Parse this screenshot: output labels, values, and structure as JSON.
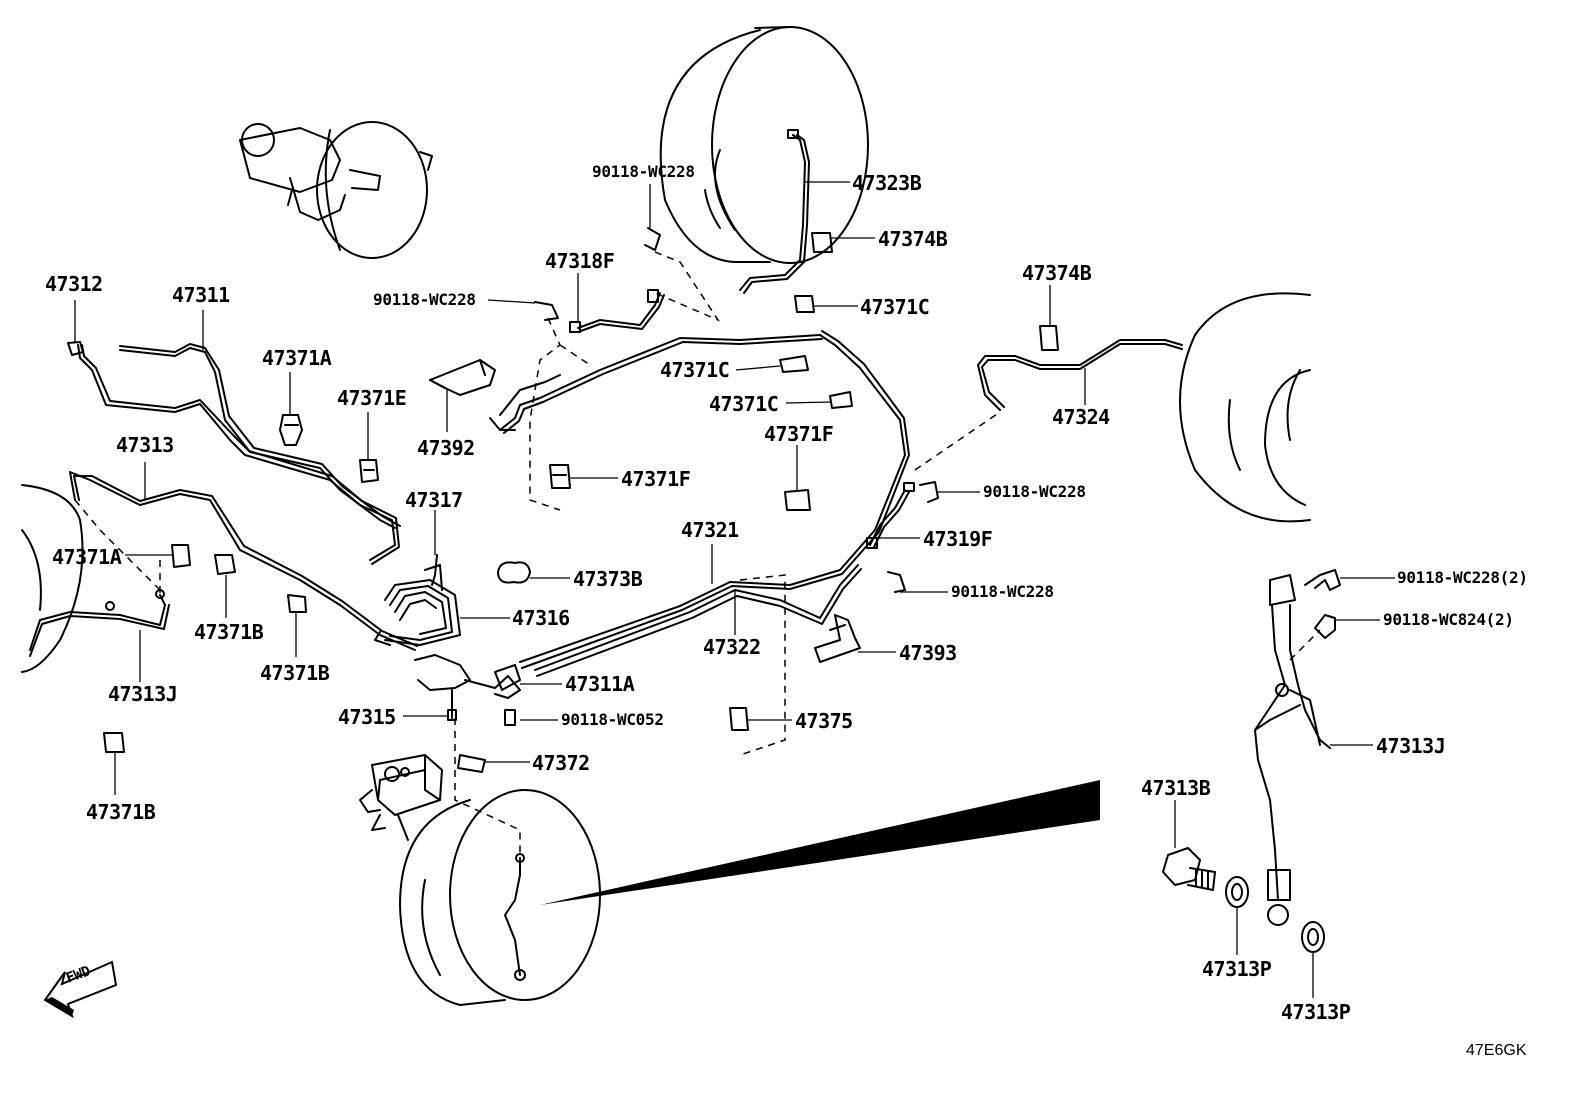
{
  "diagram_code": "47E6GK",
  "fwd_label": "FWD",
  "callouts": [
    {
      "id": "47312",
      "text": "47312"
    },
    {
      "id": "47311",
      "text": "47311"
    },
    {
      "id": "47371A_top",
      "text": "47371A"
    },
    {
      "id": "47371E",
      "text": "47371E"
    },
    {
      "id": "47392",
      "text": "47392"
    },
    {
      "id": "47313",
      "text": "47313"
    },
    {
      "id": "47371A_left",
      "text": "47371A"
    },
    {
      "id": "47371B_a",
      "text": "47371B"
    },
    {
      "id": "47371B_b",
      "text": "47371B"
    },
    {
      "id": "47313J_left",
      "text": "47313J"
    },
    {
      "id": "47371B_c",
      "text": "47371B"
    },
    {
      "id": "47317",
      "text": "47317"
    },
    {
      "id": "47316",
      "text": "47316"
    },
    {
      "id": "47315",
      "text": "47315"
    },
    {
      "id": "47311A",
      "text": "47311A"
    },
    {
      "id": "90118-WC052",
      "text": "90118-WC052"
    },
    {
      "id": "47372",
      "text": "47372"
    },
    {
      "id": "47373B",
      "text": "47373B"
    },
    {
      "id": "47371F_a",
      "text": "47371F"
    },
    {
      "id": "90118-WC228_a",
      "text": "90118-WC228"
    },
    {
      "id": "47318F",
      "text": "47318F"
    },
    {
      "id": "90118-WC228_b",
      "text": "90118-WC228"
    },
    {
      "id": "47323B",
      "text": "47323B"
    },
    {
      "id": "47374B_a",
      "text": "47374B"
    },
    {
      "id": "47371C_a",
      "text": "47371C"
    },
    {
      "id": "47371C_b",
      "text": "47371C"
    },
    {
      "id": "47371C_c",
      "text": "47371C"
    },
    {
      "id": "47371F_b",
      "text": "47371F"
    },
    {
      "id": "47321",
      "text": "47321"
    },
    {
      "id": "47322",
      "text": "47322"
    },
    {
      "id": "47375",
      "text": "47375"
    },
    {
      "id": "47374B_b",
      "text": "47374B"
    },
    {
      "id": "47324",
      "text": "47324"
    },
    {
      "id": "90118-WC228_c",
      "text": "90118-WC228"
    },
    {
      "id": "47319F",
      "text": "47319F"
    },
    {
      "id": "90118-WC228_d",
      "text": "90118-WC228"
    },
    {
      "id": "47393",
      "text": "47393"
    },
    {
      "id": "90118-WC228-2",
      "text": "90118-WC228(2)"
    },
    {
      "id": "90118-WC824-2",
      "text": "90118-WC824(2)"
    },
    {
      "id": "47313J_right",
      "text": "47313J"
    },
    {
      "id": "47313B",
      "text": "47313B"
    },
    {
      "id": "47313P_a",
      "text": "47313P"
    },
    {
      "id": "47313P_b",
      "text": "47313P"
    }
  ]
}
